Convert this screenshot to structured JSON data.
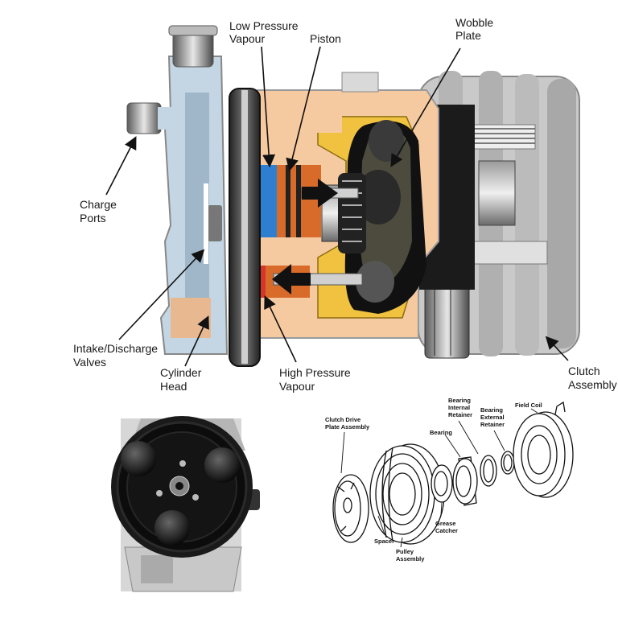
{
  "main_diagram": {
    "labels": {
      "low_pressure": [
        "Low Pressure",
        "Vapour"
      ],
      "piston": "Piston",
      "wobble_plate": [
        "Wobble",
        "Plate"
      ],
      "charge_ports": [
        "Charge",
        "Ports"
      ],
      "intake_discharge": [
        "Intake/Discharge",
        "Valves"
      ],
      "cylinder_head": [
        "Cylinder",
        "Head"
      ],
      "high_pressure": [
        "High Pressure",
        "Vapour"
      ],
      "clutch_assembly": [
        "Clutch",
        "Assembly"
      ]
    }
  },
  "exploded_diagram": {
    "labels": {
      "clutch_drive_plate": [
        "Clutch Drive",
        "Plate Assembly"
      ],
      "bearing_internal_retainer": [
        "Bearing",
        "Internal",
        "Retainer"
      ],
      "bearing": "Bearing",
      "bearing_external_retainer": [
        "Bearing",
        "External",
        "Retainer"
      ],
      "field_coil": "Field Coil",
      "grease_catcher": [
        "Grease",
        "Catcher"
      ],
      "spacer": "Spacer",
      "pulley_assembly": [
        "Pulley",
        "Assembly"
      ]
    }
  },
  "colors": {
    "low_pressure_blue": "#2f7fd0",
    "high_pressure_red": "#d8352a",
    "piston_orange": "#d86a2a",
    "body_peach": "#f6caa0",
    "chamber_yellow": "#f0c240",
    "head_blue": "#b8cfe0"
  }
}
